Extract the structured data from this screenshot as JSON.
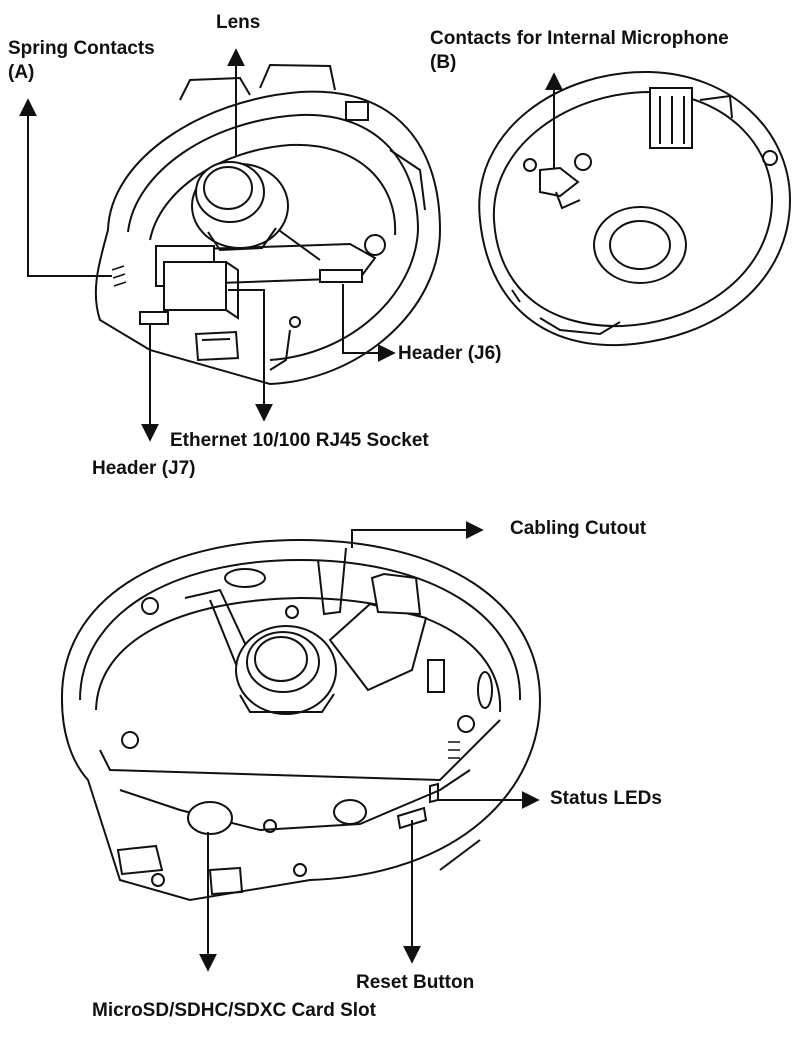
{
  "labels": {
    "spring_contacts": "Spring Contacts",
    "spring_contacts_tag": "(A)",
    "lens": "Lens",
    "contacts_internal_mic": "Contacts for Internal Microphone",
    "contacts_internal_mic_tag": "(B)",
    "header_j6": "Header (J6)",
    "ethernet_socket": "Ethernet 10/100 RJ45 Socket",
    "header_j7": "Header (J7)",
    "cabling_cutout": "Cabling Cutout",
    "status_leds": "Status LEDs",
    "reset_button": "Reset Button",
    "card_slot": "MicroSD/SDHC/SDXC Card Slot"
  },
  "colors": {
    "ink": "#111111",
    "background": "#ffffff"
  }
}
